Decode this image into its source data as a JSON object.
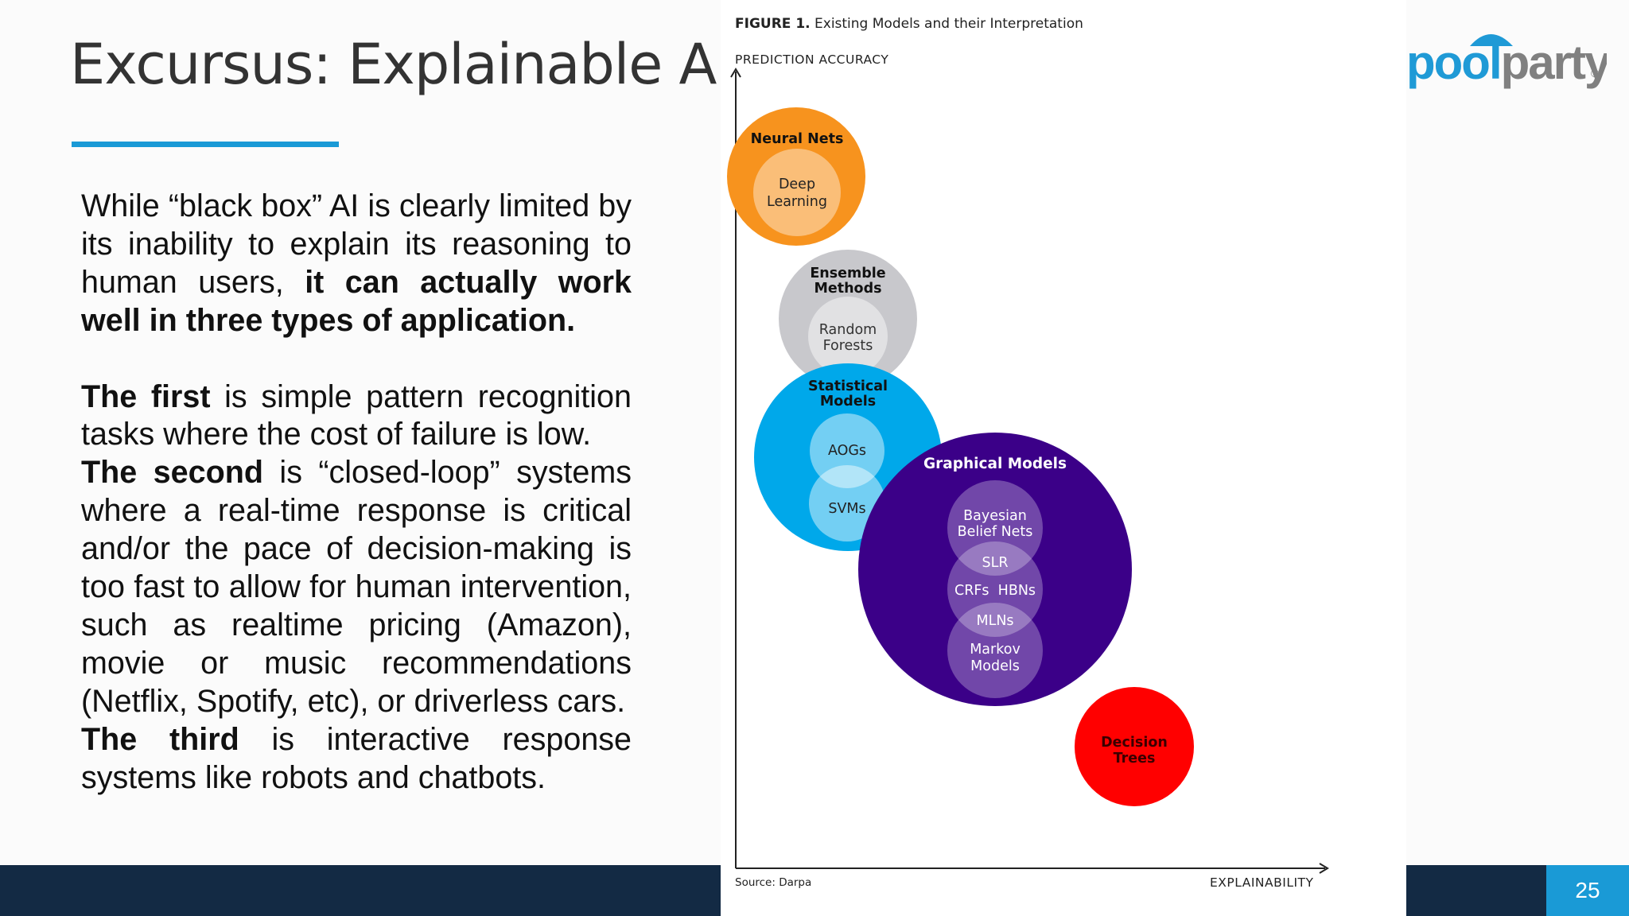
{
  "slide": {
    "title": "Excursus: Explainable AI",
    "page_number": "25",
    "accent_color": "#1a9ad6",
    "footer_color": "#132a44"
  },
  "body": {
    "p1_regular": "While “black box” AI is clearly limited by its inability to explain its reasoning to human users, ",
    "p1_bold": "it can actually work well in three types of application.",
    "p2_bold": "The first",
    "p2_regular": " is simple pattern recognition tasks where the cost of failure is low.",
    "p3_bold": "The second",
    "p3_regular": " is “closed-loop” systems where a real-time response is critical and/or the pace of decision-making is too fast to allow for human intervention, such as realtime pricing (Amazon), movie or music recommendations (Netflix, Spotify, etc), or driverless cars.",
    "p4_bold": "The third",
    "p4_regular": " is interactive response systems like robots and chatbots."
  },
  "figure": {
    "caption_bold": "FIGURE 1.",
    "caption_text": " Existing Models and their Interpretation",
    "y_axis_label": "PREDICTION ACCURACY",
    "x_axis_label": "EXPLAINABILITY",
    "source": "Source: Darpa",
    "groups": {
      "neural_nets": {
        "label": "Neural Nets",
        "color": "#f7931e",
        "inner": [
          "Deep",
          "Learning"
        ]
      },
      "ensemble": {
        "label": [
          "Ensemble",
          "Methods"
        ],
        "color": "#c8c8cc",
        "inner": [
          "Random",
          "Forests"
        ]
      },
      "statistical": {
        "label": [
          "Statistical",
          "Models"
        ],
        "color": "#00a8ea",
        "inner_top": "AOGs",
        "inner_bottom": "SVMs"
      },
      "graphical": {
        "label": "Graphical Models",
        "color": "#3b0088",
        "inner": {
          "bayesian": [
            "Bayesian",
            "Belief Nets"
          ],
          "slr": "SLR",
          "crfs": "CRFs  HBNs",
          "mlns": "MLNs",
          "markov": [
            "Markov",
            "Models"
          ]
        }
      },
      "decision_trees": {
        "label": [
          "Decision",
          "Trees"
        ],
        "color": "#ff0000"
      }
    }
  },
  "logo": {
    "text_pool": "pool",
    "text_party": "party",
    "reg": "®"
  }
}
